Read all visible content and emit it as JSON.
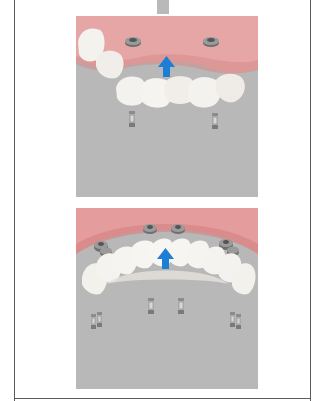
{
  "figure": {
    "panels": [
      {
        "name": "top-panel",
        "arrow_direction": "up",
        "implant_count": 2,
        "colors": {
          "background": "#b8b8b8",
          "gum": "#e6a6a5",
          "tooth": "#f4f2ee",
          "arrow": "#1d7fd4",
          "metal": "#7a7a7a"
        }
      },
      {
        "name": "bottom-panel",
        "arrow_direction": "up",
        "implant_count": 6,
        "colors": {
          "background": "#b8b8b8",
          "gum": "#e59c9c",
          "tooth": "#f6f4f0",
          "arrow": "#1d7fd4",
          "metal": "#7a7a7a"
        }
      }
    ]
  }
}
